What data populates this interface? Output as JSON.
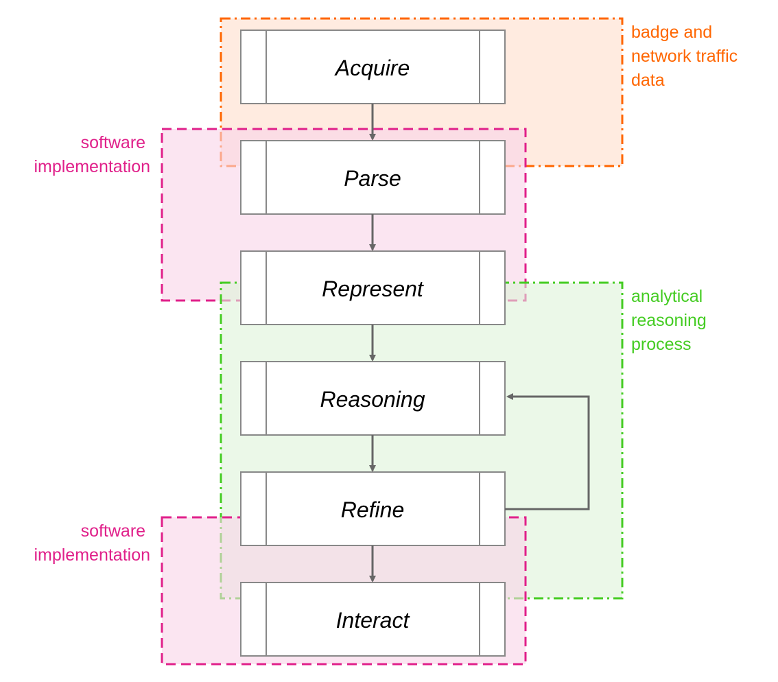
{
  "colors": {
    "orange_stroke": "#FF6600",
    "orange_fill": "#FFDDCC",
    "pink_stroke": "#E0208A",
    "pink_fill": "#F8D3E8",
    "green_stroke": "#44CC22",
    "green_fill": "#DDF4D8",
    "box_stroke": "#888888",
    "arrow": "#666666",
    "text": "#000000"
  },
  "regions": {
    "data": {
      "lines": [
        "badge and",
        "network traffic",
        "data"
      ]
    },
    "software_top": {
      "lines": [
        "software",
        "implementation"
      ]
    },
    "analytical": {
      "lines": [
        "analytical",
        "reasoning",
        "process"
      ]
    },
    "software_bottom": {
      "lines": [
        "software",
        "implementation"
      ]
    }
  },
  "steps": {
    "acquire": "Acquire",
    "parse": "Parse",
    "represent": "Represent",
    "reasoning": "Reasoning",
    "refine": "Refine",
    "interact": "Interact"
  }
}
